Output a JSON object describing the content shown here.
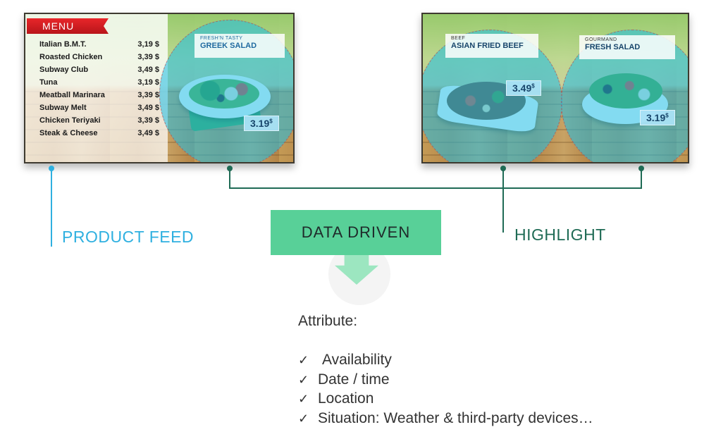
{
  "screen_left": {
    "menu_label": "MENU",
    "menu_items": [
      {
        "name": "Italian B.M.T.",
        "price": "3,19 $"
      },
      {
        "name": "Roasted Chicken",
        "price": "3,39 $"
      },
      {
        "name": "Subway Club",
        "price": "3,49 $"
      },
      {
        "name": "Tuna",
        "price": "3,19 $"
      },
      {
        "name": "Meatball Marinara",
        "price": "3,39 $"
      },
      {
        "name": "Subway Melt",
        "price": "3,49 $"
      },
      {
        "name": "Chicken Teriyaki",
        "price": "3,39 $"
      },
      {
        "name": "Steak & Cheese",
        "price": "3,49 $"
      }
    ],
    "highlight": {
      "subtitle": "FRESH'N TASTY",
      "title": "GREEK SALAD",
      "price": "3.19",
      "currency": "$"
    }
  },
  "screen_right": {
    "highlight_1": {
      "subtitle": "BEEF",
      "title": "ASIAN FRIED BEEF",
      "price": "3.49",
      "currency": "$"
    },
    "highlight_2": {
      "subtitle": "GOURMAND",
      "title": "FRESH SALAD",
      "price": "3.19",
      "currency": "$"
    }
  },
  "labels": {
    "product_feed": "PRODUCT FEED",
    "data_driven": "DATA DRIVEN",
    "highlight": "HIGHLIGHT"
  },
  "attributes": {
    "title": "Attribute:",
    "check_glyph": "✓",
    "items": [
      "Availability",
      "Date / time",
      "Location",
      "Situation: Weather & third-party devices…"
    ]
  },
  "colors": {
    "feed_blue": "#2fb0e0",
    "highlight_green": "#1f6b55",
    "data_driven_box": "#58d098",
    "overlay_cyan": "#1ebee6"
  }
}
